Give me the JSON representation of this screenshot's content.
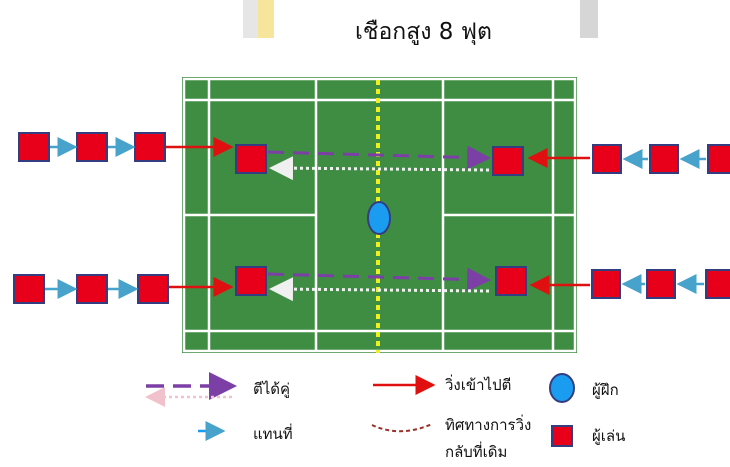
{
  "title": "เชือกสูง 8 ฟุต",
  "colors": {
    "court_green": "#3e8d43",
    "court_line": "#ffffff",
    "net": "#f0f020",
    "player_fill": "#e8001a",
    "player_stroke": "#333d80",
    "trainer_fill": "#1a9cf0",
    "rotate_arrow": "#47a3cc",
    "run_in_arrow": "#e01010",
    "hit_arrow": "#7b3fa5",
    "return_arrow": "#f0f0f0",
    "return_path": "#9a2f25",
    "post_yellow": "#f6e59a",
    "post_gray": "#cfcfcf"
  },
  "legend": {
    "hit_pair": "ตีได้คู่",
    "replace": "แทนที่",
    "run_in_hit": "วิ่งเข้าไปตี",
    "return_path_line1": "ทิศทางการวิ่ง",
    "return_path_line2": "กลับที่เดิม",
    "trainer": "ผู้ฝึก",
    "player": "ผู้เล่น"
  },
  "icons": {
    "player": "player-square-icon",
    "trainer": "trainer-ellipse-icon"
  }
}
